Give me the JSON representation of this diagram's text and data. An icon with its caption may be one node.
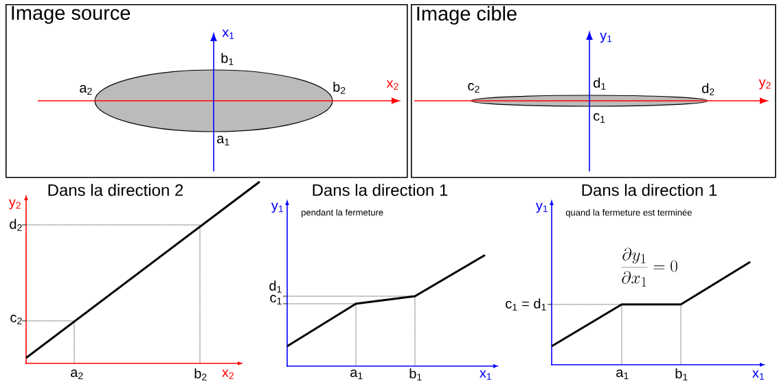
{
  "diagram": {
    "nodes": [
      {
        "text": [
          "Image source"
        ]
      },
      {
        "text": [],
        "shape": "ellipse",
        "in": 0
      },
      {
        "text": [
          "Image cible"
        ]
      },
      {
        "text": [],
        "shape": "ellipse",
        "in": 2
      }
    ],
    "labels": [
      "x$_{1}$",
      "b$_{1}$",
      "a$_{2}$",
      "b$_{2}$",
      "x$_{2}$",
      "a$_{1}$",
      "y$_{1}$",
      "c$_{2}$",
      "d$_{1}$",
      "d$_{2}$",
      "y$_{2}$",
      "c$_{1}$",
      "Dans la direction 2",
      "y$_{2}$",
      "d$_{2}$",
      "c$_{2}$",
      "a$_{2}$",
      "b$_{2}$",
      "x$_{2}$",
      "Dans la direction 1",
      "y$_{1}$",
      "pendant la fermeture",
      "d$_{1}$",
      "c$_{1}$",
      "a$_{1}$",
      "b$_{1}$",
      "x$_{1}$",
      "Dans la direction 1",
      "y$_{1}$",
      "quand la fermeture est terminée",
      "\\frac{\\partial y_1}{\\partial x_1} = 0",
      "c$_{1}$ = d$_{1}$",
      "a$_{1}$",
      "b$_{1}$",
      "x$_{1}$"
    ]
  }
}
